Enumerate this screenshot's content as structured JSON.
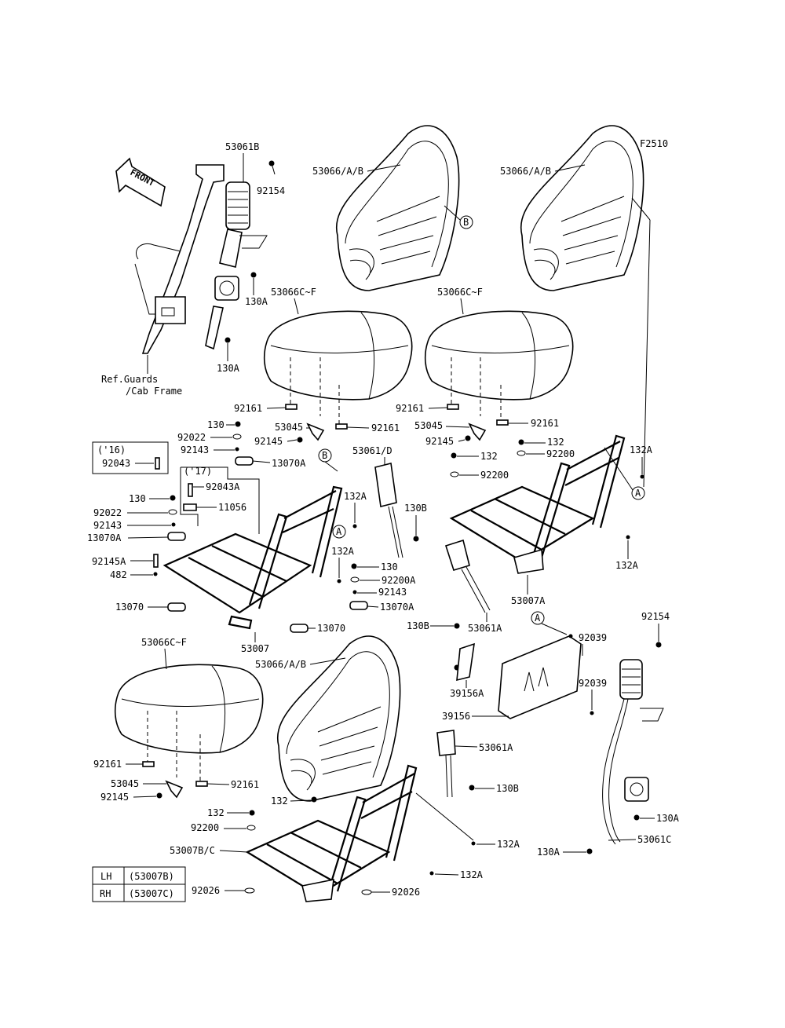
{
  "figure_code": "F2510",
  "front_arrow": "FRONT",
  "ref_note": [
    "Ref.Guards",
    "/Cab Frame"
  ],
  "callout_letters": [
    "A",
    "B"
  ],
  "parts": {
    "p53061B": "53061B",
    "p92154_top": "92154",
    "p130A_a": "130A",
    "p130A_b": "130A",
    "p53066AB_1": "53066/A/B",
    "p53066AB_2": "53066/A/B",
    "p53066AB_3": "53066/A/B",
    "p53066CF_1": "53066C~F",
    "p53066CF_2": "53066C~F",
    "p53066CF_3": "53066C~F",
    "p92161_1": "92161",
    "p92161_2": "92161",
    "p92161_3": "92161",
    "p92161_4": "92161",
    "p92161_5": "92161",
    "p92161_6": "92161",
    "p53045_1": "53045",
    "p53045_2": "53045",
    "p53045_3": "53045",
    "p92145_1": "92145",
    "p92145_2": "92145",
    "p92145_3": "92145",
    "p130_1": "130",
    "p130_2": "130",
    "p130_3": "130",
    "p92022_1": "92022",
    "p92022_2": "92022",
    "p92143_1": "92143",
    "p92143_2": "92143",
    "p92143_3": "92143",
    "p13070A_1": "13070A",
    "p13070A_2": "13070A",
    "p13070A_3": "13070A",
    "p16": "('16)",
    "p92043": "92043",
    "p17": "('17)",
    "p92043A": "92043A",
    "p11056": "11056",
    "p53061D": "53061/D",
    "p132A_1": "132A",
    "p132A_2": "132A",
    "p132A_3": "132A",
    "p132A_4": "132A",
    "p132A_5": "132A",
    "p132A_6": "132A",
    "p130B_1": "130B",
    "p130B_2": "130B",
    "p130B_3": "130B",
    "p92145A": "92145A",
    "p482": "482",
    "p92200A": "92200A",
    "p13070_1": "13070",
    "p13070_2": "13070",
    "p53007": "53007",
    "p132_1": "132",
    "p132_2": "132",
    "p132_3": "132",
    "p132_4": "132",
    "p92200_1": "92200",
    "p92200_2": "92200",
    "p92200_3": "92200",
    "p53007A": "53007A",
    "p53061A_1": "53061A",
    "p53061A_2": "53061A",
    "p92154_right": "92154",
    "p92039_1": "92039",
    "p92039_2": "92039",
    "p39156A": "39156A",
    "p39156": "39156",
    "p130A_c": "130A",
    "p130A_d": "130A",
    "p53061C": "53061C",
    "p53007BC": "53007B/C",
    "p92026_1": "92026",
    "p92026_2": "92026"
  },
  "legend_table": {
    "rows": [
      {
        "side": "LH",
        "part": "(53007B)"
      },
      {
        "side": "RH",
        "part": "(53007C)"
      }
    ]
  }
}
